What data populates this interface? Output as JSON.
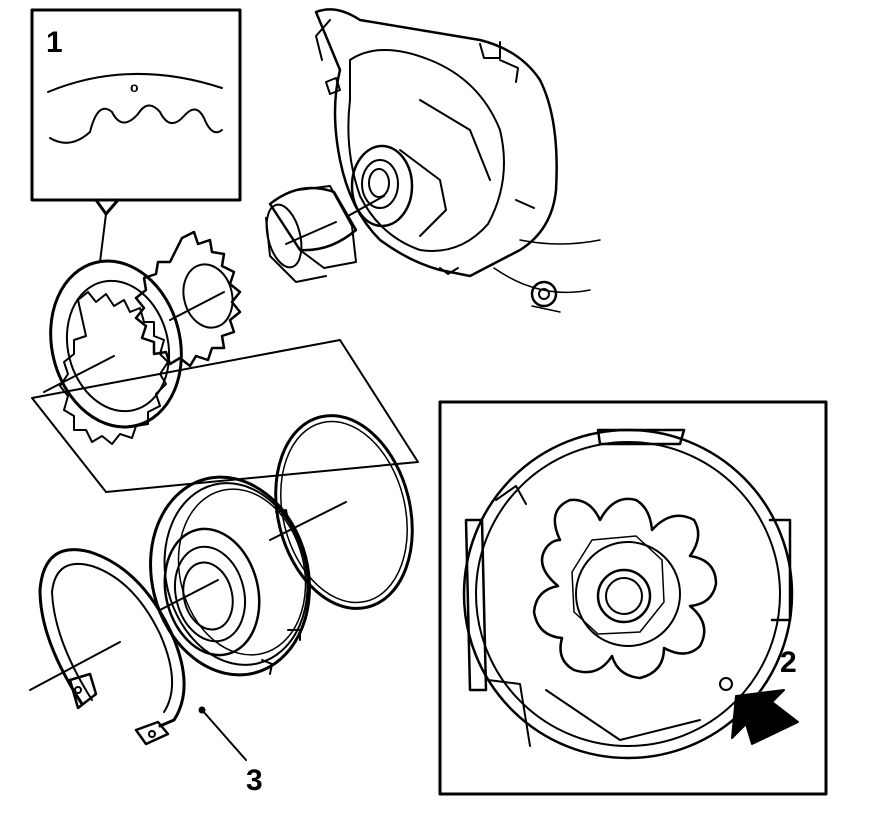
{
  "callouts": {
    "one": "1",
    "two": "2",
    "three": "3"
  },
  "detail_one": {
    "marker_glyph": "o"
  },
  "colors": {
    "ink": "#000000",
    "paper": "#ffffff"
  }
}
